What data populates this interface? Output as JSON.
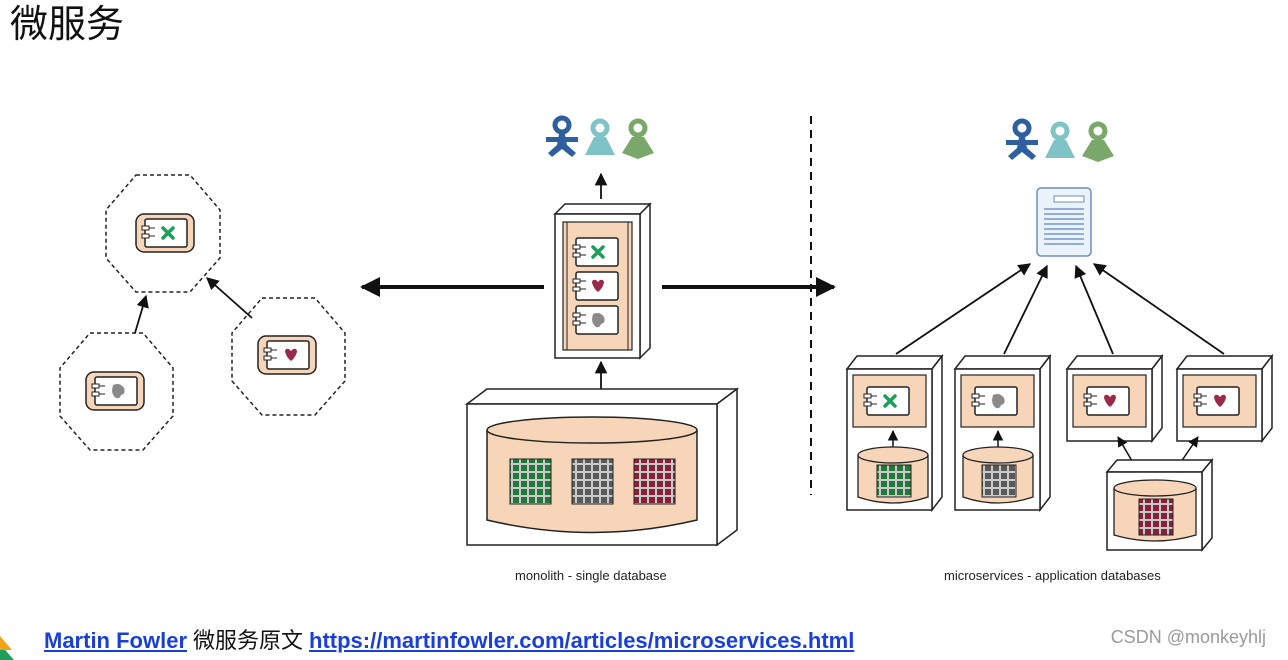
{
  "title": "微服务",
  "captions": {
    "monolith": "monolith - single database",
    "microservices": "microservices - application databases"
  },
  "footer": {
    "author_link": "Martin Fowler",
    "middle_text": "微服务原文",
    "url_link": "https://martinfowler.com/articles/microservices.html"
  },
  "watermark": "CSDN @monkeyhlj",
  "colors": {
    "component_fill": "#f7d5b8",
    "user_dark_blue": "#2e5f9e",
    "user_teal": "#7fc3c6",
    "user_green": "#7aa86a",
    "cross_icon": "#1e9e5a",
    "heart_icon": "#9a2a4a",
    "blob_icon": "#8a8a8a",
    "grid_green": "#1f7a3a",
    "grid_gray": "#5a5a5a",
    "grid_crimson": "#8a1f3a",
    "link_blue": "#1a3fd8"
  }
}
